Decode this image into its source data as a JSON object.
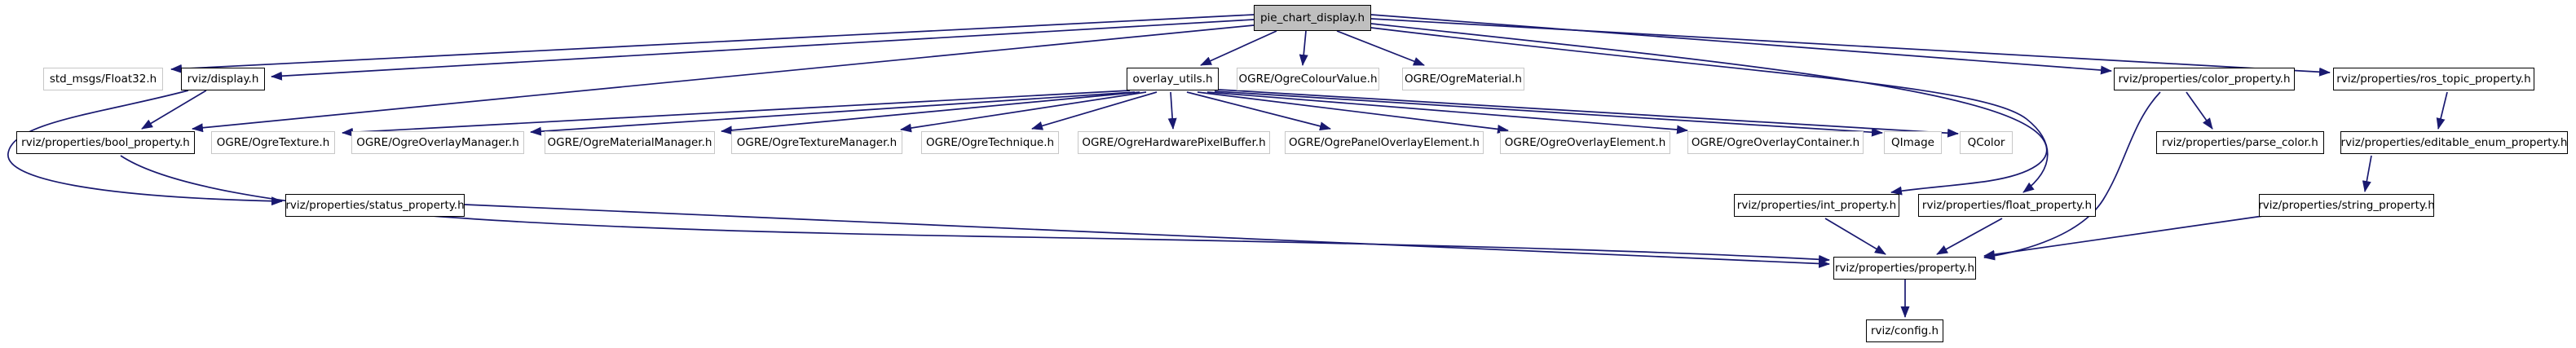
{
  "diagram": {
    "type": "include-dependency-graph",
    "root_file": "pie_chart_display.h",
    "colors": {
      "edge": "#191970",
      "root_fill": "#bfbfbf",
      "linked_border": "#000000",
      "external_border": "#c7c7c7",
      "node_fill": "#ffffff"
    },
    "nodes": {
      "pie": {
        "label": "pie_chart_display.h"
      },
      "float32": {
        "label": "std_msgs/Float32.h"
      },
      "display": {
        "label": "rviz/display.h"
      },
      "overlay_utils": {
        "label": "overlay_utils.h"
      },
      "colourvalue": {
        "label": "OGRE/OgreColourValue.h"
      },
      "material": {
        "label": "OGRE/OgreMaterial.h"
      },
      "color_prop": {
        "label": "rviz/properties/color_property.h"
      },
      "ros_topic_prop": {
        "label": "rviz/properties/ros_topic_property.h"
      },
      "bool_prop": {
        "label": "rviz/properties/bool_property.h"
      },
      "texture": {
        "label": "OGRE/OgreTexture.h"
      },
      "overlay_mgr": {
        "label": "OGRE/OgreOverlayManager.h"
      },
      "material_mgr": {
        "label": "OGRE/OgreMaterialManager.h"
      },
      "texture_mgr": {
        "label": "OGRE/OgreTextureManager.h"
      },
      "technique": {
        "label": "OGRE/OgreTechnique.h"
      },
      "hw_pixel_buffer": {
        "label": "OGRE/OgreHardwarePixelBuffer.h"
      },
      "panel_overlay_el": {
        "label": "OGRE/OgrePanelOverlayElement.h"
      },
      "overlay_el": {
        "label": "OGRE/OgreOverlayElement.h"
      },
      "overlay_container": {
        "label": "OGRE/OgreOverlayContainer.h"
      },
      "qimage": {
        "label": "QImage"
      },
      "qcolor": {
        "label": "QColor"
      },
      "parse_color": {
        "label": "rviz/properties/parse_color.h"
      },
      "editable_enum": {
        "label": "rviz/properties/editable_enum_property.h"
      },
      "status_prop": {
        "label": "rviz/properties/status_property.h"
      },
      "int_prop": {
        "label": "rviz/properties/int_property.h"
      },
      "float_prop": {
        "label": "rviz/properties/float_property.h"
      },
      "string_prop": {
        "label": "rviz/properties/string_property.h"
      },
      "property": {
        "label": "rviz/properties/property.h"
      },
      "config": {
        "label": "rviz/config.h"
      }
    },
    "edges": [
      {
        "from": "pie_chart_display.h",
        "to": "std_msgs/Float32.h"
      },
      {
        "from": "pie_chart_display.h",
        "to": "rviz/display.h"
      },
      {
        "from": "pie_chart_display.h",
        "to": "rviz/properties/bool_property.h"
      },
      {
        "from": "pie_chart_display.h",
        "to": "overlay_utils.h"
      },
      {
        "from": "pie_chart_display.h",
        "to": "OGRE/OgreColourValue.h"
      },
      {
        "from": "pie_chart_display.h",
        "to": "OGRE/OgreMaterial.h"
      },
      {
        "from": "pie_chart_display.h",
        "to": "rviz/properties/color_property.h"
      },
      {
        "from": "pie_chart_display.h",
        "to": "rviz/properties/ros_topic_property.h"
      },
      {
        "from": "pie_chart_display.h",
        "to": "rviz/properties/int_property.h"
      },
      {
        "from": "pie_chart_display.h",
        "to": "rviz/properties/float_property.h"
      },
      {
        "from": "rviz/display.h",
        "to": "rviz/properties/bool_property.h"
      },
      {
        "from": "rviz/display.h",
        "to": "rviz/properties/status_property.h"
      },
      {
        "from": "overlay_utils.h",
        "to": "OGRE/OgreTexture.h"
      },
      {
        "from": "overlay_utils.h",
        "to": "OGRE/OgreOverlayManager.h"
      },
      {
        "from": "overlay_utils.h",
        "to": "OGRE/OgreMaterialManager.h"
      },
      {
        "from": "overlay_utils.h",
        "to": "OGRE/OgreTextureManager.h"
      },
      {
        "from": "overlay_utils.h",
        "to": "OGRE/OgreTechnique.h"
      },
      {
        "from": "overlay_utils.h",
        "to": "OGRE/OgreHardwarePixelBuffer.h"
      },
      {
        "from": "overlay_utils.h",
        "to": "OGRE/OgrePanelOverlayElement.h"
      },
      {
        "from": "overlay_utils.h",
        "to": "OGRE/OgreOverlayElement.h"
      },
      {
        "from": "overlay_utils.h",
        "to": "OGRE/OgreOverlayContainer.h"
      },
      {
        "from": "overlay_utils.h",
        "to": "QImage"
      },
      {
        "from": "overlay_utils.h",
        "to": "QColor"
      },
      {
        "from": "rviz/properties/color_property.h",
        "to": "rviz/properties/parse_color.h"
      },
      {
        "from": "rviz/properties/color_property.h",
        "to": "rviz/properties/property.h"
      },
      {
        "from": "rviz/properties/ros_topic_property.h",
        "to": "rviz/properties/editable_enum_property.h"
      },
      {
        "from": "rviz/properties/editable_enum_property.h",
        "to": "rviz/properties/string_property.h"
      },
      {
        "from": "rviz/properties/bool_property.h",
        "to": "rviz/properties/property.h"
      },
      {
        "from": "rviz/properties/status_property.h",
        "to": "rviz/properties/property.h"
      },
      {
        "from": "rviz/properties/int_property.h",
        "to": "rviz/properties/property.h"
      },
      {
        "from": "rviz/properties/float_property.h",
        "to": "rviz/properties/property.h"
      },
      {
        "from": "rviz/properties/string_property.h",
        "to": "rviz/properties/property.h"
      },
      {
        "from": "rviz/properties/property.h",
        "to": "rviz/config.h"
      }
    ]
  }
}
